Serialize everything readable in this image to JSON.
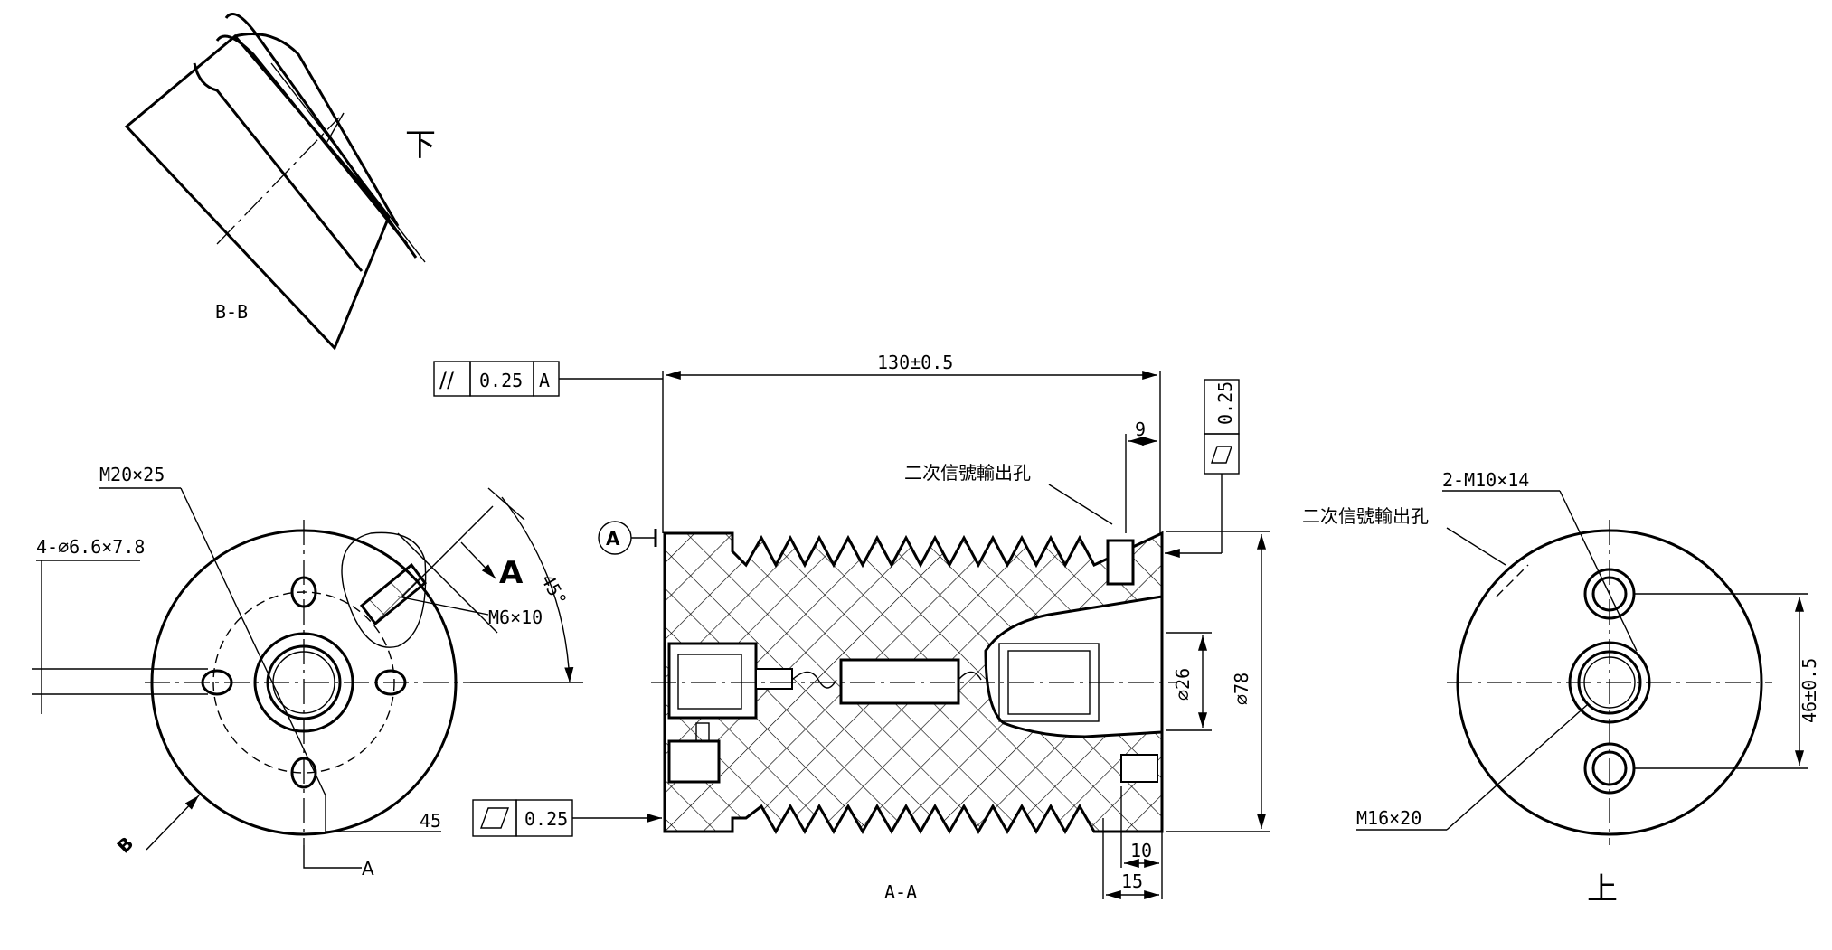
{
  "views": {
    "bb": {
      "label": "B-B",
      "side_label": "下"
    },
    "left": {
      "label_a": "A",
      "label_b": "B"
    },
    "section": {
      "label": "A-A"
    },
    "right": {
      "side_label": "上"
    }
  },
  "dimensions": {
    "length": "130±0.5",
    "nine": "9",
    "ten": "10",
    "fifteen": "15",
    "dia26": "⌀26",
    "dia78": "⌀78",
    "m20": "M20×25",
    "holes": "4-⌀6.6×7.8",
    "m6": "M6×10",
    "angle45": "45°",
    "forty_five": "45",
    "m10": "2-M10×14",
    "m16": "M16×20",
    "spacing": "46±0.5"
  },
  "notes": {
    "signal_hole": "二次信號輸出孔",
    "signal_hole_right": "二次信號輸出孔",
    "view_arrow": "A",
    "datum": "A"
  },
  "tolerances": {
    "parallel": {
      "symbol": "//",
      "value": "0.25",
      "datum": "A"
    },
    "flatness_top": {
      "value": "0.25"
    },
    "flatness_bottom": {
      "value": "0.25"
    }
  }
}
